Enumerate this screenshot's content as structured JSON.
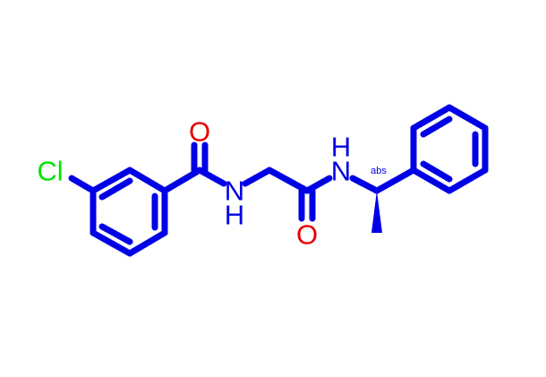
{
  "molecule": {
    "atom_labels": {
      "cl": "Cl",
      "o_amide1": "O",
      "n_amide1": "N",
      "h_amide1": "H",
      "o_amide2": "O",
      "n_amide2": "N",
      "h_amide2": "H"
    },
    "stereo_label": "abs",
    "colors": {
      "carbon_bond": "#0000e6",
      "nitrogen": "#0000e6",
      "oxygen": "#e60000",
      "chlorine": "#00e600"
    }
  }
}
